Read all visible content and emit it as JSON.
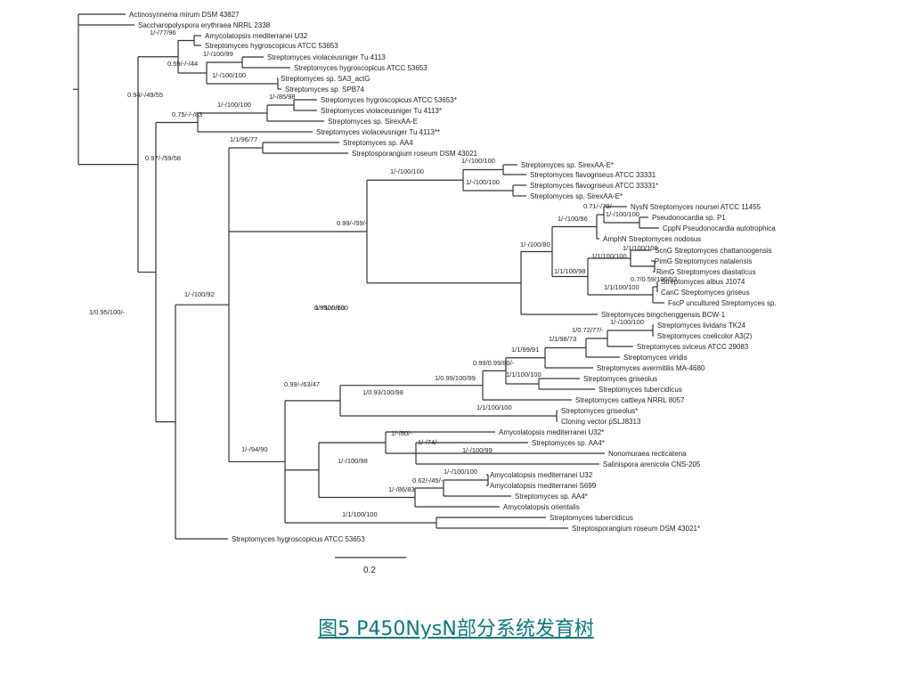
{
  "leaves": [
    "Actinosynnema mirum DSM 43827",
    "Saccharopolyspora erythraea NRRL 2338",
    "Amycolatopsis mediterranei U32",
    "Streptomyces hygroscopicus ATCC 53653",
    "Streptomyces violaceusniger Tu 4113",
    "Streptomyces hygroscopicus ATCC 53653",
    "Streptomyces sp. SA3_actG",
    "Streptomyces sp. SPB74",
    "Streptomyces hygroscopicus ATCC 53653*",
    "Streptomyces violaceusniger Tu 4113*",
    "Streptomyces sp. SirexAA-E",
    "Streptomyces violaceusniger Tu 4113**",
    "Streptomyces sp. AA4",
    "Streptosporangium roseum DSM 43021",
    "Streptomyces sp. SirexAA-E*",
    "Streptomyces flavogriseus ATCC 33331",
    "Streptomyces flavogriseus ATCC 33331*",
    "Streptomyces sp. SirexAA-E*",
    "NysN Streptomyces noursei ATCC 11455",
    "Pseudonocardia sp. P1",
    "CppN Pseudonocardia autotrophica",
    "AmphN Streptomyces nodosus",
    "ScnG Streptomyces chattanoogensis",
    "PimG Streptomyces natalensis",
    "RimG Streptomyces diastaticus",
    "Streptomyces albus J1074",
    "CanC Streptomyces griseus",
    "FscP uncultured Streptomyces sp.",
    "Streptomyces bingchenggensis BCW-1",
    "Streptomyces lividans TK24",
    "Streptomyces coelicolor A3(2)",
    "Streptomyces sviceus ATCC 29083",
    "Streptomyces viridis",
    "Streptomyces avermitilis MA-4680",
    "Streptomyces griseolus",
    "Streptomyces tubercidicus",
    "Streptomyces cattleya NRRL 8057",
    "Streptomyces griseolus*",
    "Cloning vector pSLJ8313",
    "Amycolatopsis mediterranei U32*",
    "Streptomyces sp. AA4*",
    "Nonomuraea recticatena",
    "Salinispora arenicola CNS-205",
    "Amycolatopsis mediterranei U32",
    "Amycolatopsis mediterranei S699",
    "Streptomyces sp. AA4*",
    "Amycolatopsis orientalis",
    "Streptomyces tubercidicus",
    "Streptosporangium roseum DSM 43021*",
    "Streptomyces hygroscopicus ATCC 53653"
  ],
  "supports": [
    "1/-/77/96",
    "0.59/-/-/44",
    "1/-/100/99",
    "1/-/100/100",
    "0.94/-/49/55",
    "1/-/85/98",
    "1/-/100/100",
    "0.75/-/-/83",
    "1/1/96/77",
    "0.97/-/59/58",
    "1/-/100/100",
    "1/-/100/100",
    "1/-/100/100",
    "0.99/-/59/-",
    "0.71/-/79/-",
    "1/-/100/100",
    "1/-/100/96",
    "1/-/100/80",
    "1/1/100/100",
    "1/1/100/100",
    "1/1/100/98",
    "0.7/0.59/100/93",
    "1/1/100/100",
    "1/-/100/100",
    "1/-/100/92",
    "1/-/100/100",
    "1/0.72/77/-",
    "1/1/98/73",
    "1/1/99/91",
    "0.99/0.99/80/-",
    "1/1/100/100",
    "1/0.99/100/99",
    "1/0.93/100/98",
    "1/1/100/100",
    "0.59/-/-/63",
    "0.99/-/63/47",
    "1/-/80/-",
    "1/-/74/-",
    "1/-/100/99",
    "1/-/100/98",
    "1/-/100/100",
    "0.62/-/45/-",
    "1/-/86/83",
    "1/1/100/100",
    "1/-/94/90",
    "1/0.95/100/-"
  ],
  "scale_label": "0.2",
  "caption": "图5 P450NysN部分系统发育树"
}
